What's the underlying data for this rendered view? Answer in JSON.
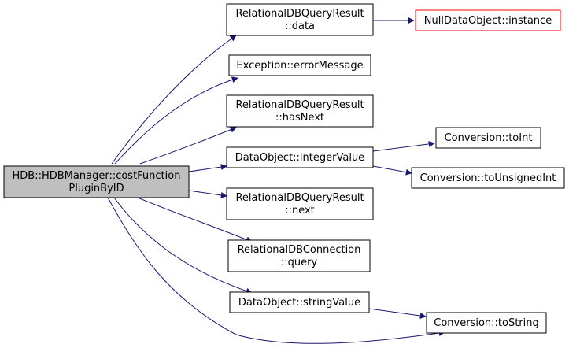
{
  "colors": {
    "edge": "#191970",
    "node_border": "#000000",
    "node_fill": "#ffffff",
    "root_fill": "#bfbfbf",
    "highlight_border": "#ff0000"
  },
  "nodes": {
    "root": [
      "HDB::HDBManager::costFunction",
      "PluginByID"
    ],
    "rdqr_data": [
      "RelationalDBQueryResult",
      "::data"
    ],
    "null_instance": [
      "NullDataObject::instance"
    ],
    "exc_error": [
      "Exception::errorMessage"
    ],
    "rdqr_hasnext": [
      "RelationalDBQueryResult",
      "::hasNext"
    ],
    "do_intvalue": [
      "DataObject::integerValue"
    ],
    "conv_toint": [
      "Conversion::toInt"
    ],
    "conv_tounsigned": [
      "Conversion::toUnsignedInt"
    ],
    "rdqr_next": [
      "RelationalDBQueryResult",
      "::next"
    ],
    "rdc_query": [
      "RelationalDBConnection",
      "::query"
    ],
    "do_strvalue": [
      "DataObject::stringValue"
    ],
    "conv_tostring": [
      "Conversion::toString"
    ]
  },
  "edges": [
    [
      "root",
      "rdqr_data"
    ],
    [
      "root",
      "exc_error"
    ],
    [
      "root",
      "rdqr_hasnext"
    ],
    [
      "root",
      "do_intvalue"
    ],
    [
      "root",
      "rdqr_next"
    ],
    [
      "root",
      "rdc_query"
    ],
    [
      "root",
      "do_strvalue"
    ],
    [
      "root",
      "conv_tostring"
    ],
    [
      "rdqr_data",
      "null_instance"
    ],
    [
      "do_intvalue",
      "conv_toint"
    ],
    [
      "do_intvalue",
      "conv_tounsigned"
    ],
    [
      "do_strvalue",
      "conv_tostring"
    ]
  ]
}
